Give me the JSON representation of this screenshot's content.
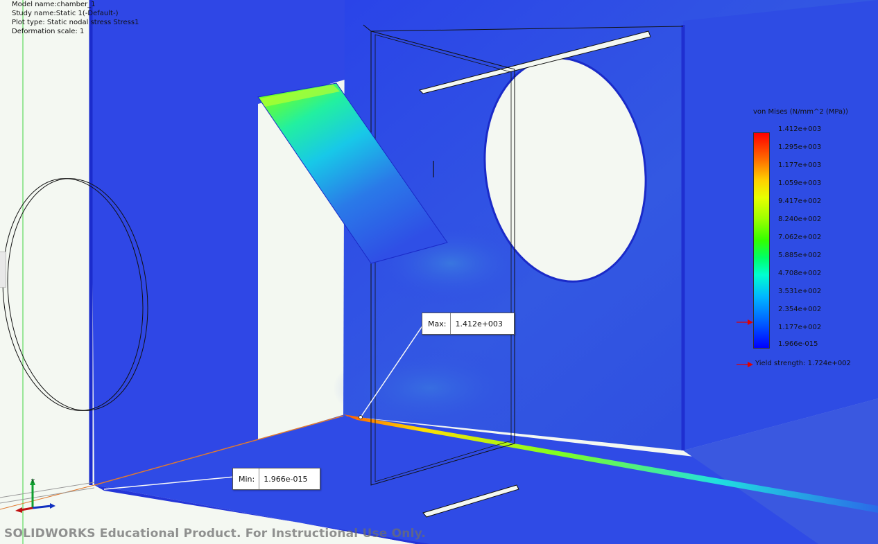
{
  "info": {
    "model_name": "Model name:chamber_1",
    "study_name": "Study name:Static 1(-Default-)",
    "plot_type": "Plot type: Static nodal stress Stress1",
    "deformation_scale": "Deformation scale: 1"
  },
  "max_probe": {
    "label": "Max:",
    "value": "1.412e+003"
  },
  "min_probe": {
    "label": "Min:",
    "value": "1.966e-015"
  },
  "legend": {
    "title": "von Mises (N/mm^2 (MPa))",
    "ticks": [
      "1.412e+003",
      "1.295e+003",
      "1.177e+003",
      "1.059e+003",
      "9.417e+002",
      "8.240e+002",
      "7.062e+002",
      "5.885e+002",
      "4.708e+002",
      "3.531e+002",
      "2.354e+002",
      "1.177e+002",
      "1.966e-015"
    ],
    "yield_label": "Yield strength: 1.724e+002",
    "colors": {
      "max": "#ff0000",
      "min": "#0000ff",
      "marker": "#ff0000"
    }
  },
  "watermark": "SOLIDWORKS Educational Product. For Instructional Use Only.",
  "colors": {
    "body_blue": "#2f48e6",
    "background": "#f4f8f2"
  }
}
